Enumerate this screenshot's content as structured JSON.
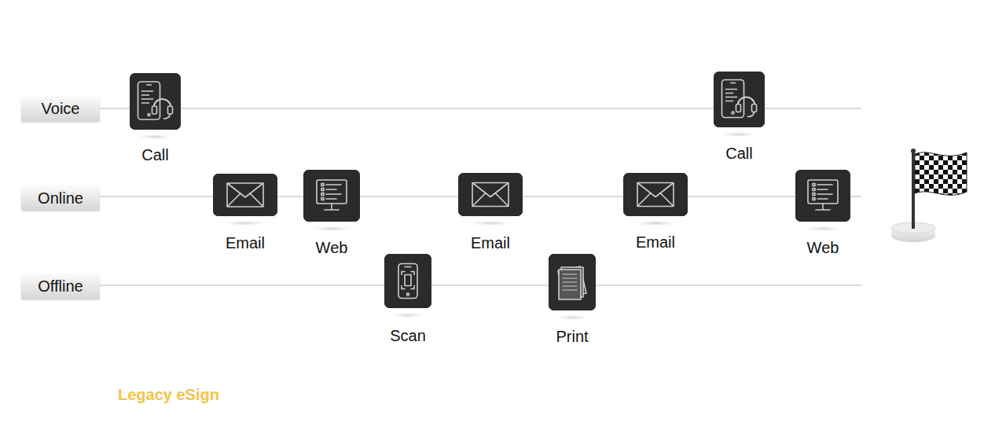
{
  "diagram": {
    "nodes": [
      {
        "text": [
          "Voice"
        ]
      },
      {
        "text": [
          "Online"
        ]
      },
      {
        "text": [
          "Offline"
        ]
      },
      {
        "text": [
          "Call"
        ]
      },
      {
        "text": [
          "Email"
        ]
      },
      {
        "text": [
          "Web"
        ]
      },
      {
        "text": [
          "Scan"
        ]
      },
      {
        "text": [
          "Email"
        ]
      },
      {
        "text": [
          "Print"
        ]
      },
      {
        "text": [
          "Email"
        ]
      },
      {
        "text": [
          "Call"
        ]
      },
      {
        "text": [
          "Web"
        ]
      }
    ],
    "labels": [
      "Legacy eSign"
    ]
  }
}
